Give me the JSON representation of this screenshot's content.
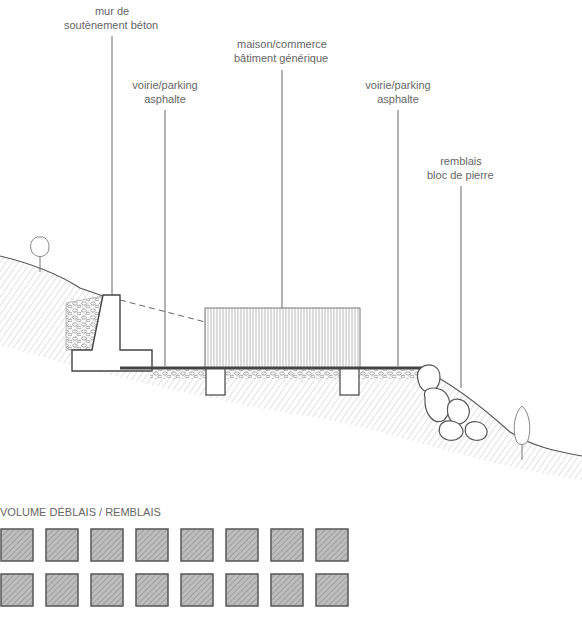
{
  "diagram": {
    "labels": [
      "mur de soutènement béton",
      "voirie/parking asphalte",
      "maison/commerce bâtiment générique",
      "voirie/parking asphalte",
      "remblais bloc de pierre",
      "VOLUME DÉBLAIS / REMBLAIS"
    ]
  }
}
